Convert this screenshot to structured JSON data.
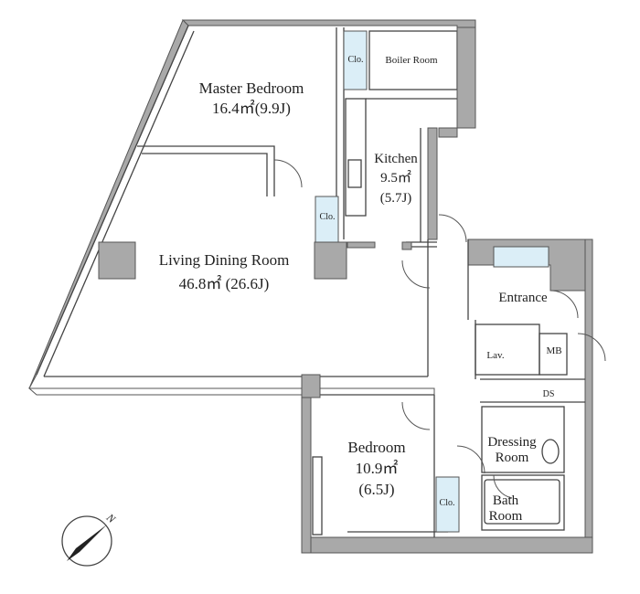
{
  "colors": {
    "wall_fill": "#a9a9a9",
    "wall_stroke": "#555555",
    "closet_fill": "#dbeef7",
    "line": "#444444",
    "text": "#222222",
    "background": "#ffffff"
  },
  "rooms": {
    "master_bedroom": {
      "name": "Master Bedroom",
      "area": "16.4㎡(9.9J)"
    },
    "boiler_room": {
      "name": "Boiler Room"
    },
    "closet_master": {
      "name": "Clo."
    },
    "kitchen": {
      "name": "Kitchen",
      "area": "9.5㎡",
      "tatami": "(5.7J)"
    },
    "closet_living": {
      "name": "Clo."
    },
    "living_dining": {
      "name": "Living Dining Room",
      "area": "46.8㎡ (26.6J)"
    },
    "entrance": {
      "name": "Entrance"
    },
    "lavatory": {
      "name": "Lav."
    },
    "meter_box": {
      "name": "MB"
    },
    "duct_space": {
      "name": "DS"
    },
    "dressing_room": {
      "name_line1": "Dressing",
      "name_line2": "Room"
    },
    "bedroom": {
      "name": "Bedroom",
      "area": "10.9㎡",
      "tatami": "(6.5J)"
    },
    "closet_bedroom": {
      "name": "Clo."
    },
    "bath_room": {
      "name_line1": "Bath",
      "name_line2": "Room"
    }
  },
  "compass": {
    "label": "N",
    "icon": "north-arrow-icon"
  }
}
